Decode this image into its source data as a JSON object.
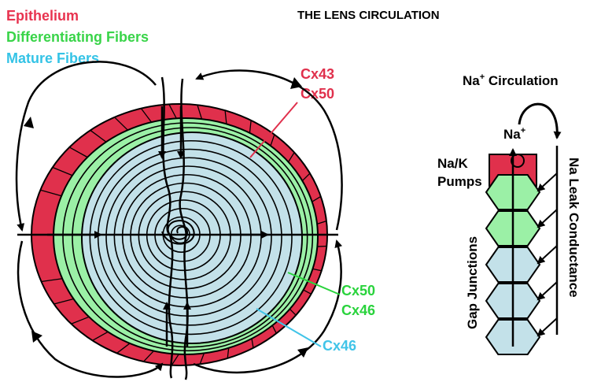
{
  "title": "THE LENS CIRCULATION",
  "legend": [
    {
      "label": "Epithelium",
      "color": "#e8334f"
    },
    {
      "label": "Differentiating Fibers",
      "color": "#39d449"
    },
    {
      "label": "Mature Fibers",
      "color": "#34c3e6"
    }
  ],
  "labels": {
    "cx43": "Cx43",
    "cx50_top": "Cx50",
    "cx50_mid": "Cx50",
    "cx46_mid": "Cx46",
    "cx46_low": "Cx46",
    "na_circulation_text": "Na",
    "na_circulation_sup": "+",
    "na_circulation_rest": " Circulation",
    "na_ion": "Na",
    "na_ion_sup": "+",
    "pumps_line1": "Na/K",
    "pumps_line2": "Pumps",
    "gap_junctions": "Gap Junctions",
    "leak": "Na Leak Conductance"
  },
  "colors": {
    "epithelium_fill": "#e0304c",
    "differentiating_fill": "#9bf0a6",
    "mature_fill": "#c3e1e9",
    "outline": "#000000",
    "cx43_line": "#e0304c",
    "cx50_line": "#2ad33d",
    "cx46_line": "#41c4e8"
  },
  "icons": [
    "circulation-arrow-icon",
    "na-ion-loop-icon"
  ]
}
